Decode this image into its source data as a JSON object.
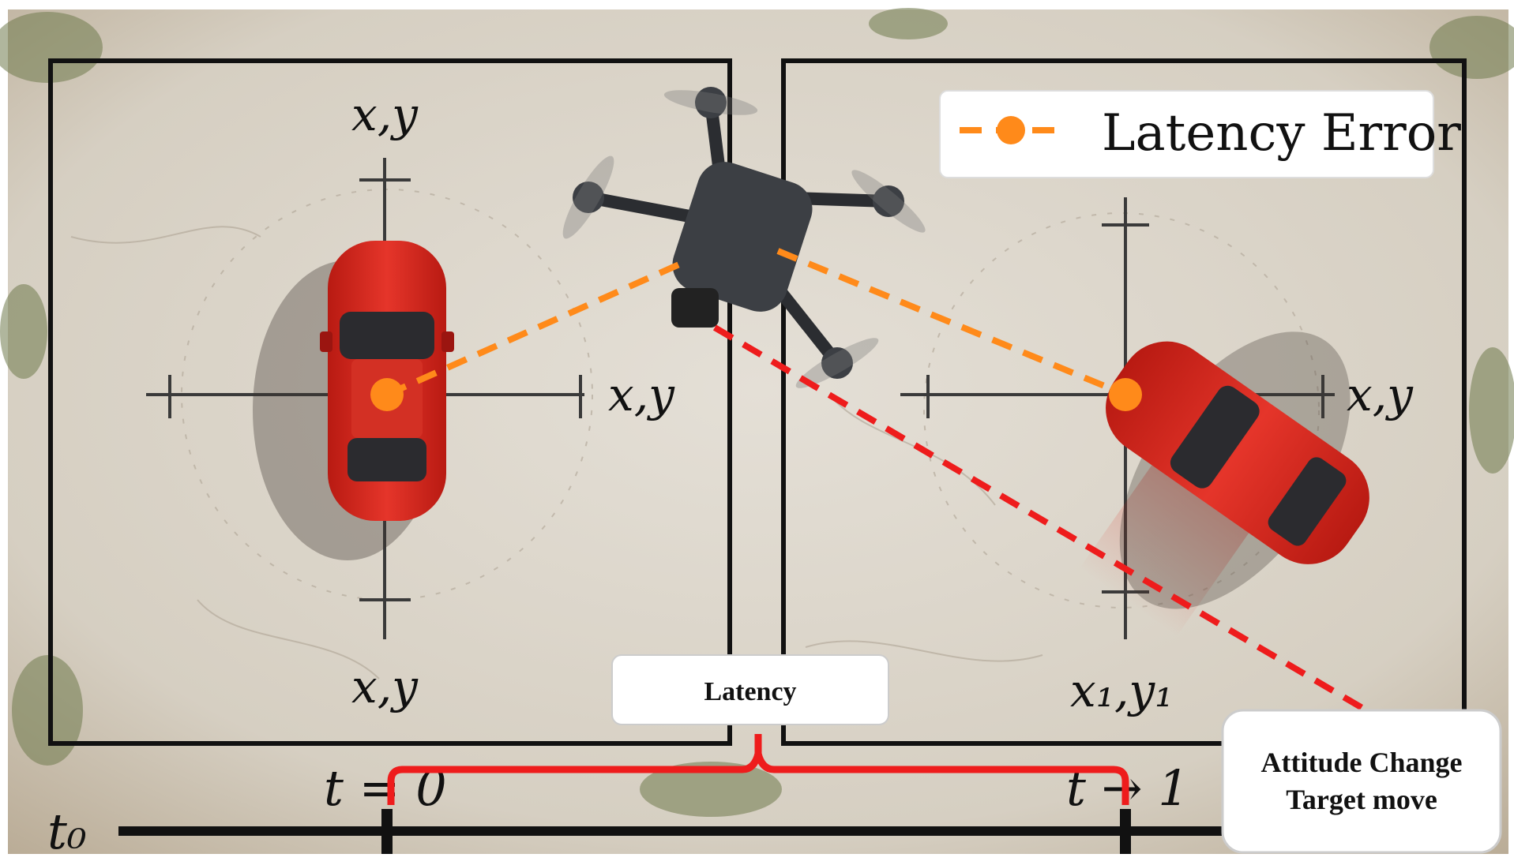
{
  "legend": {
    "label": "Latency Error",
    "line_color": "#ff8a1a"
  },
  "left_frame": {
    "axis_top_label": "x,y",
    "axis_right_label": "x,y",
    "axis_bottom_label": "x,y"
  },
  "right_frame": {
    "axis_right_label": "x,y",
    "axis_bottom_label": "x₁,y₁"
  },
  "latency_box": {
    "label": "Latency"
  },
  "attitude_box": {
    "line1": "Attitude Change",
    "line2": "Target move"
  },
  "timeline": {
    "t0_label": "t₀",
    "start_label": "t = 0",
    "end_label": "t → 1"
  },
  "colors": {
    "ground": "#d9d3c8",
    "car": "#d8281e",
    "target_dot": "#ff8a1a",
    "red_line": "#ee1c1c",
    "drone": "#3c3f44"
  }
}
